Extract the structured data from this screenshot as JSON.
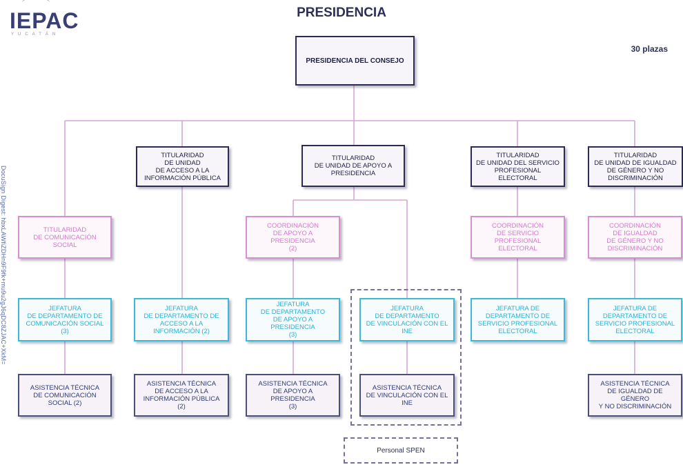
{
  "header": {
    "logo_text": "IEPAC",
    "logo_subtext": "YUCATÁN",
    "title": "PRESIDENCIA",
    "plazas": "30 plazas"
  },
  "watermark": "DocuSign Digest: hbxLAWfiZDHn9F9fk+mu9u2gJ6qDC8ZJAC+XkM=",
  "boxes": {
    "presidencia_consejo": "PRESIDENCIA DEL CONSEJO",
    "tit_acceso": "TITULARIDAD\nDE UNIDAD\nDE ACCESO A LA\nINFORMACIÓN PÚBLICA",
    "tit_apoyo": "TITULARIDAD\nDE UNIDAD DE APOYO A\nPRESIDENCIA",
    "tit_servicio": "TITULARIDAD\nDE UNIDAD DEL SERVICIO\nPROFESIONAL ELECTORAL",
    "tit_igualdad": "TITULARIDAD\nDE UNIDAD DE IGUALDAD\nDE GÉNERO Y NO\nDISCRIMINACIÓN",
    "tit_comunicacion": "TITULARIDAD\nDE COMUNICACIÓN\nSOCIAL",
    "coord_apoyo": "COORDINACIÓN\nDE APOYO A PRESIDENCIA\n(2)",
    "coord_servicio": "COORDINACIÓN\nDE SERVICIO\nPROFESIONAL ELECTORAL",
    "coord_igualdad": "COORDINACIÓN\nDE IGUALDAD\nDE GÉNERO Y NO\nDISCRIMINACIÓN",
    "jef_comunicacion": "JEFATURA\nDE DEPARTAMENTO DE\nCOMUNICACIÓN SOCIAL (3)",
    "jef_acceso": "JEFATURA\nDE DEPARTAMENTO DE\nACCESO A LA\nINFORMACIÓN (2)",
    "jef_apoyo": "JEFATURA\nDE DEPARTAMENTO\nDE APOYO A PRESIDENCIA\n(3)",
    "jef_vinculacion": "JEFATURA\nDE DEPARTAMENTO\nDE VINCULACIÓN CON EL\nINE",
    "jef_servicio": "JEFATURA DE\nDEPARTAMENTO DE\nSERVICIO PROFESIONAL\nELECTORAL",
    "jef_igualdad": "JEFATURA DE\nDEPARTAMENTO DE\nSERVICIO PROFESIONAL\nELECTORAL",
    "asis_comunicacion": "ASISTENCIA TÉCNICA\nDE COMUNICACIÓN\nSOCIAL (2)",
    "asis_acceso": "ASISTENCIA TÉCNICA\nDE ACCESO A LA\nINFORMACIÓN PÚBLICA (2)",
    "asis_apoyo": "ASISTENCIA TÉCNICA\nDE APOYO A PRESIDENCIA\n(3)",
    "asis_vinculacion": "ASISTENCIA TÉCNICA\nDE VINCULACIÓN CON EL\nINE",
    "asis_igualdad": "ASISTENCIA TÉCNICA\nDE IGUALDAD DE GÉNERO\nY NO DISCRIMINACIÓN"
  },
  "legend": {
    "spen_label": "Personal SPEN"
  },
  "colors": {
    "dark_border": "#2b2a55",
    "pink_border": "#d68fd0",
    "cyan_border": "#3bbad6",
    "grey_border": "#4a4f78",
    "dashed_border": "#7a6d9c"
  }
}
